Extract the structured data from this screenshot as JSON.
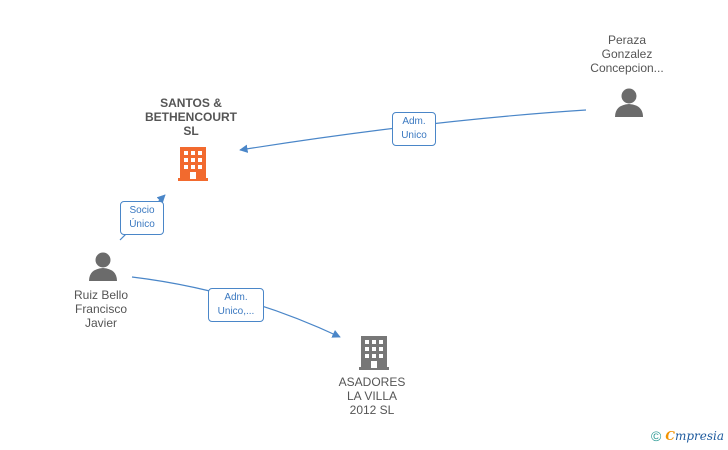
{
  "nodes": {
    "santos": {
      "lines": [
        "SANTOS &",
        "BETHENCOURT",
        "SL"
      ],
      "kind": "company-main",
      "color": "#f26a2e"
    },
    "peraza": {
      "lines": [
        "Peraza",
        "Gonzalez",
        "Concepcion..."
      ],
      "kind": "person",
      "color": "#6b6b6b"
    },
    "ruiz": {
      "lines": [
        "Ruiz Bello",
        "Francisco",
        "Javier"
      ],
      "kind": "person",
      "color": "#6b6b6b"
    },
    "asadores": {
      "lines": [
        "ASADORES",
        "LA VILLA",
        "2012 SL"
      ],
      "kind": "company",
      "color": "#777777"
    }
  },
  "edges": {
    "peraza_santos": {
      "lines": [
        "Adm.",
        "Unico"
      ]
    },
    "ruiz_santos": {
      "lines": [
        "Socio",
        "Único"
      ]
    },
    "ruiz_asadores": {
      "lines": [
        "Adm.",
        "Unico,..."
      ]
    }
  },
  "colors": {
    "edge": "#4a86c8"
  },
  "footer": {
    "copyright": "©",
    "brand_first": "C",
    "brand_rest": "mpresia"
  }
}
